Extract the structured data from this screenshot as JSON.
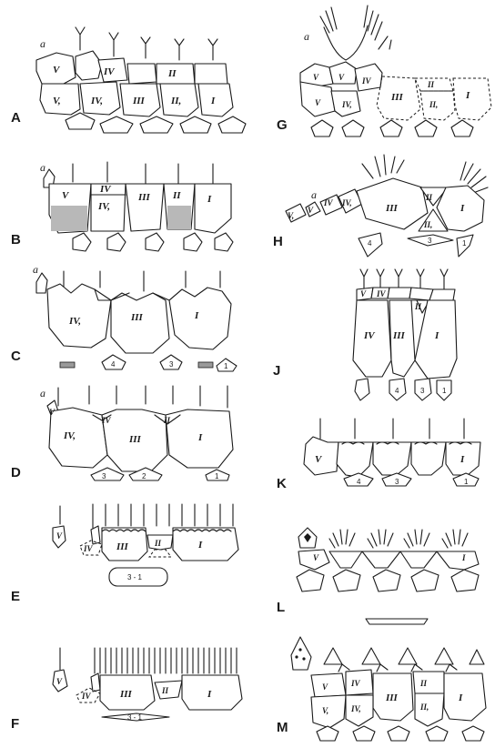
{
  "figure": {
    "panels": {
      "A": {
        "letter": "A",
        "a_label": "a",
        "top_row": [
          "V",
          "IV",
          "II"
        ],
        "bottom_row": [
          "V,",
          "IV,",
          "III",
          "II,",
          "I"
        ]
      },
      "B": {
        "letter": "B",
        "a_label": "a",
        "plates": [
          "V",
          "IV",
          "IV,",
          "III",
          "II",
          "I"
        ]
      },
      "C": {
        "letter": "C",
        "a_label": "a",
        "plates": [
          "IV,",
          "III",
          "I"
        ],
        "small": [
          "4",
          "3",
          "1"
        ]
      },
      "D": {
        "letter": "D",
        "a_label": "a",
        "plates": [
          "V",
          "IV",
          "IV,",
          "III",
          "II",
          "I"
        ],
        "small": [
          "3",
          "2",
          "1"
        ]
      },
      "E": {
        "letter": "E",
        "plates": [
          "V",
          "IV",
          "III",
          "II",
          "I"
        ],
        "small": [
          "3 - 1"
        ]
      },
      "F": {
        "letter": "F",
        "plates": [
          "V",
          "IV",
          "III",
          "II",
          "I"
        ],
        "small": [
          "3 - 1"
        ]
      },
      "G": {
        "letter": "G",
        "a_label": "a",
        "plates": [
          "V",
          "V",
          "IV",
          "IV,",
          "III",
          "II",
          "II,",
          "I"
        ]
      },
      "H": {
        "letter": "H",
        "a_label": "a",
        "plates": [
          "V,",
          "V",
          "IV",
          "IV,",
          "III",
          "II",
          "II,",
          "I"
        ],
        "small": [
          "4",
          "3",
          "1"
        ]
      },
      "J": {
        "letter": "J",
        "plates": [
          "V",
          "IV",
          "IV",
          "III",
          "II",
          "I"
        ],
        "small": [
          "4",
          "3",
          "1"
        ]
      },
      "K": {
        "letter": "K",
        "plates": [
          "V",
          "I"
        ],
        "small": [
          "4",
          "3",
          "1"
        ]
      },
      "L": {
        "letter": "L",
        "plates": [
          "V",
          "I"
        ]
      },
      "M": {
        "letter": "M",
        "plates": [
          "V",
          "IV",
          "II",
          "V,",
          "IV,",
          "III",
          "II,",
          "I"
        ]
      }
    }
  }
}
